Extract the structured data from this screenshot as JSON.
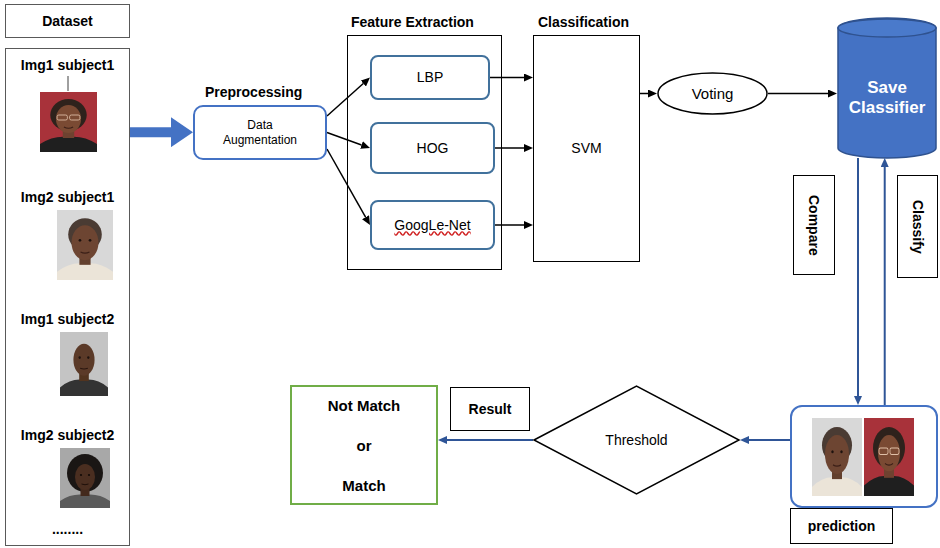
{
  "diagram": {
    "nodes": [
      {
        "text": [
          "Dataset"
        ]
      },
      {
        "text": [
          "Img1 subject1",
          "Img2 subject1",
          "Img1 subject2",
          "Img2 subject2",
          "........"
        ]
      },
      {
        "text": [
          "Preprocessing",
          "Data Augmentation"
        ]
      },
      {
        "text": [
          "Feature Extraction"
        ]
      },
      {
        "text": [
          "LBP"
        ],
        "in": 3
      },
      {
        "text": [
          "HOG"
        ],
        "in": 3
      },
      {
        "text": [
          "GoogLe-Net"
        ],
        "in": 3
      },
      {
        "text": [
          "Classification",
          "SVM"
        ]
      },
      {
        "text": [
          "Voting"
        ]
      },
      {
        "text": [
          "Save Classifier"
        ]
      },
      {
        "text": [
          "prediction"
        ]
      },
      {
        "text": [
          "Threshold"
        ]
      },
      {
        "text": [
          "Not Match",
          "or",
          "Match"
        ]
      }
    ],
    "edges": [
      {
        "from": 1,
        "to": 2,
        "arrow": "to"
      },
      {
        "from": 2,
        "to": 4,
        "arrow": "to"
      },
      {
        "from": 2,
        "to": 5,
        "arrow": "to"
      },
      {
        "from": 2,
        "to": 6,
        "arrow": "to"
      },
      {
        "from": 4,
        "to": 7,
        "arrow": "to"
      },
      {
        "from": 5,
        "to": 7,
        "arrow": "to"
      },
      {
        "from": 6,
        "to": 7,
        "arrow": "to"
      },
      {
        "from": 7,
        "to": 8,
        "arrow": "to"
      },
      {
        "from": 8,
        "to": 9,
        "arrow": "to"
      },
      {
        "from": 9,
        "to": 10,
        "label": "Compare",
        "arrow": "to"
      },
      {
        "from": 10,
        "to": 9,
        "label": "Classify",
        "arrow": "to"
      },
      {
        "from": 10,
        "to": 11,
        "arrow": "to"
      },
      {
        "from": 11,
        "to": 12,
        "label": "Result",
        "arrow": "to"
      }
    ]
  }
}
